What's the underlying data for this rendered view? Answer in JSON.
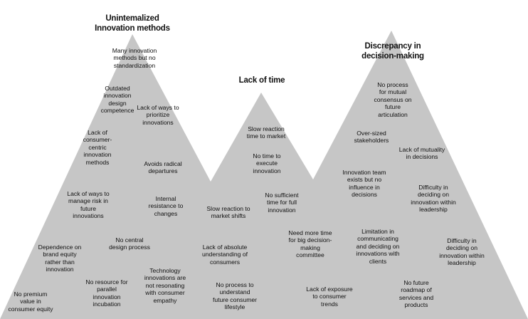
{
  "colors": {
    "mountain": "#c6c6c6",
    "text": "#111111",
    "background": "#ffffff"
  },
  "peaks": [
    {
      "title": "Unintemalized\nInnovation methods",
      "issues": [
        "Many innovation\nmethods but no\nstandardization",
        "Outdated\ninnovation\ndesign\ncompetence",
        "Lack of ways to\nprioritize\ninnovations",
        "Lack of\nconsumer-\ncentric\ninnovation\nmethods",
        "Avoids radical\ndepartures",
        "Lack of ways to\nmanage risk in\nfuture\ninnovations",
        "Internal\nresistance to\nchanges",
        "No central\ndesign process",
        "Dependence on\nbrand equity\nrather than\ninnovation",
        "No resource for\nparallel\ninnovation\nincubation",
        "Technology\ninnovations are\nnot resonating\nwith consumer\nempathy",
        "No premium\nvalue in\nconsumer equity"
      ]
    },
    {
      "title": "Lack of time",
      "issues": [
        "Slow reaction\ntime to market",
        "No time to\nexecute\ninnovation",
        "No sufficient\ntime for full\ninnovation",
        "Slow reaction to\nmarket shifts",
        "Lack of absolute\nunderstanding of\nconsumers",
        "No process to\nunderstand\nfuture consumer\nlifestyle",
        "Need more time\nfor big decision-\nmaking\ncommittee",
        "Lack of exposure\nto consumer\ntrends"
      ]
    },
    {
      "title": "Discrepancy in\ndecision-making",
      "issues": [
        "No process\nfor mutual\nconsensus on\nfuture\narticulation",
        "Over-sized\nstakeholders",
        "Lack of mutuality\nin decisions",
        "Innovation team\nexists but no\ninfluence in\ndecisions",
        "Difficulty in\ndeciding on\ninnovation within\nleadership",
        "Limitation in\ncommunicating\nand deciding on\ninnovations with\nclients",
        "Difficulty in\ndeciding on\ninnovation within\nleadership",
        "No future\nroadmap of\nservices and\nproducts"
      ]
    }
  ]
}
